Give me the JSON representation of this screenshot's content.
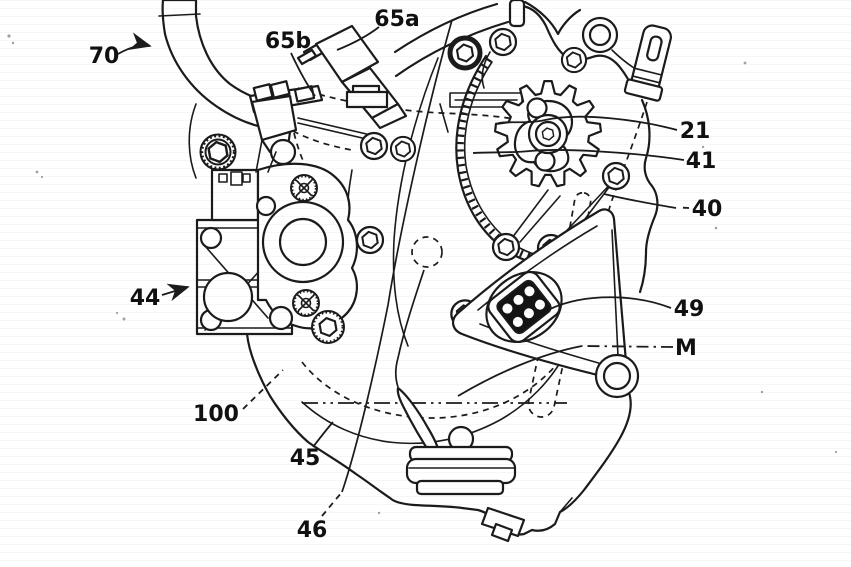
{
  "figure": {
    "type": "patent-line-drawing",
    "subject": "engine-side-cover-assembly",
    "background_color": "#ffffff",
    "line_color": "#1b1b1b"
  },
  "labels": {
    "70": "70",
    "65b": "65b",
    "65a": "65a",
    "21": "21",
    "41": "41",
    "40": "40",
    "44": "44",
    "49": "49",
    "M": "M",
    "100": "100",
    "45": "45",
    "46": "46"
  }
}
